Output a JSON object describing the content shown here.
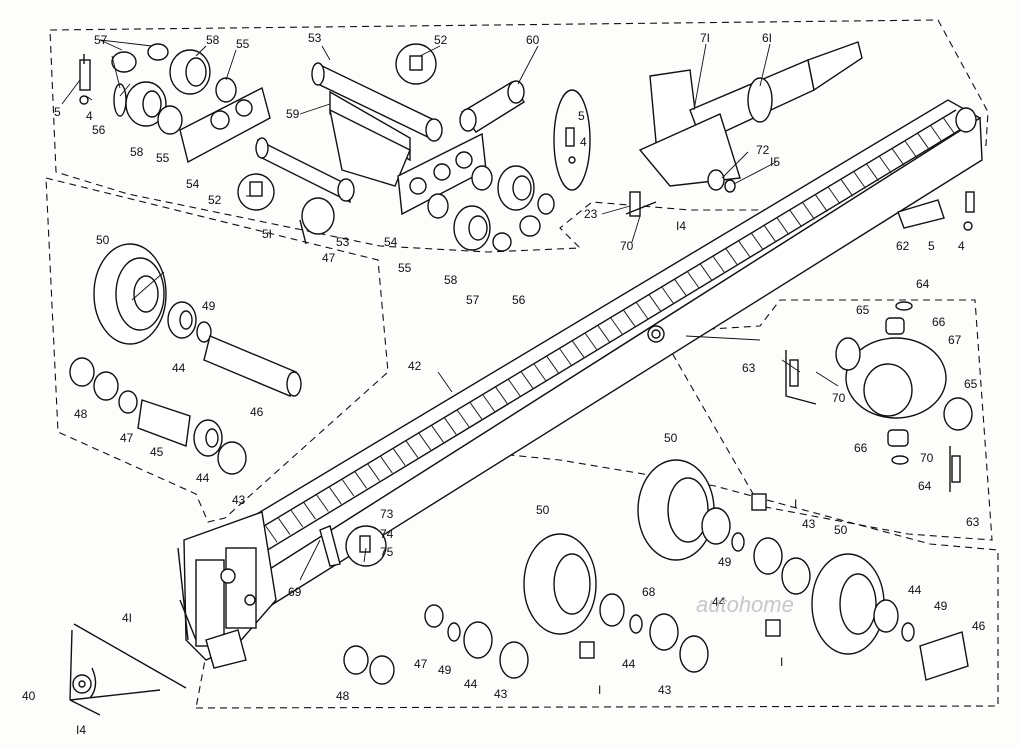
{
  "diagram": {
    "watermark": "autohome",
    "labels": {
      "l5a": "5",
      "l4a": "4",
      "l57a": "57",
      "l56a": "56",
      "l58a": "58",
      "l55a": "55",
      "l58b": "58",
      "l55b": "55",
      "l54a": "54",
      "l53a": "53",
      "l52a": "52",
      "l59": "59",
      "l52b": "52",
      "l51": "5I",
      "l47a": "47",
      "l53b": "53",
      "l60": "60",
      "l54b": "54",
      "l55c": "55",
      "l58c": "58",
      "l57b": "57",
      "l56b": "56",
      "l5b": "5",
      "l4b": "4",
      "l71": "7I",
      "l61": "6I",
      "l72": "72",
      "l15": "I5",
      "l23": "23",
      "l70a": "70",
      "l14a": "I4",
      "l62": "62",
      "l5c": "5",
      "l4c": "4",
      "l50a": "50",
      "l49a": "49",
      "l44a": "44",
      "l46a": "46",
      "l48a": "48",
      "l47b": "47",
      "l45": "45",
      "l44b": "44",
      "l43a": "43",
      "l42": "42",
      "l64a": "64",
      "l65a": "65",
      "l66a": "66",
      "l67": "67",
      "l63a": "63",
      "l70b": "70",
      "l65b": "65",
      "l66b": "66",
      "l70c": "70",
      "l64b": "64",
      "l63b": "63",
      "l73": "73",
      "l74": "74",
      "l75": "75",
      "l69": "69",
      "l50b": "50",
      "l1a": "I",
      "l43b": "43",
      "l49b": "49",
      "l44c": "44",
      "l50c": "50",
      "l68": "68",
      "l44d": "44",
      "l1b": "I",
      "l43c": "43",
      "l50d": "50",
      "l44e": "44",
      "l49c": "49",
      "l46b": "46",
      "l1c": "I",
      "l47c": "47",
      "l49d": "49",
      "l44f": "44",
      "l48b": "48",
      "l43d": "43",
      "l41": "4I",
      "l40": "40",
      "l14b": "I4"
    }
  }
}
